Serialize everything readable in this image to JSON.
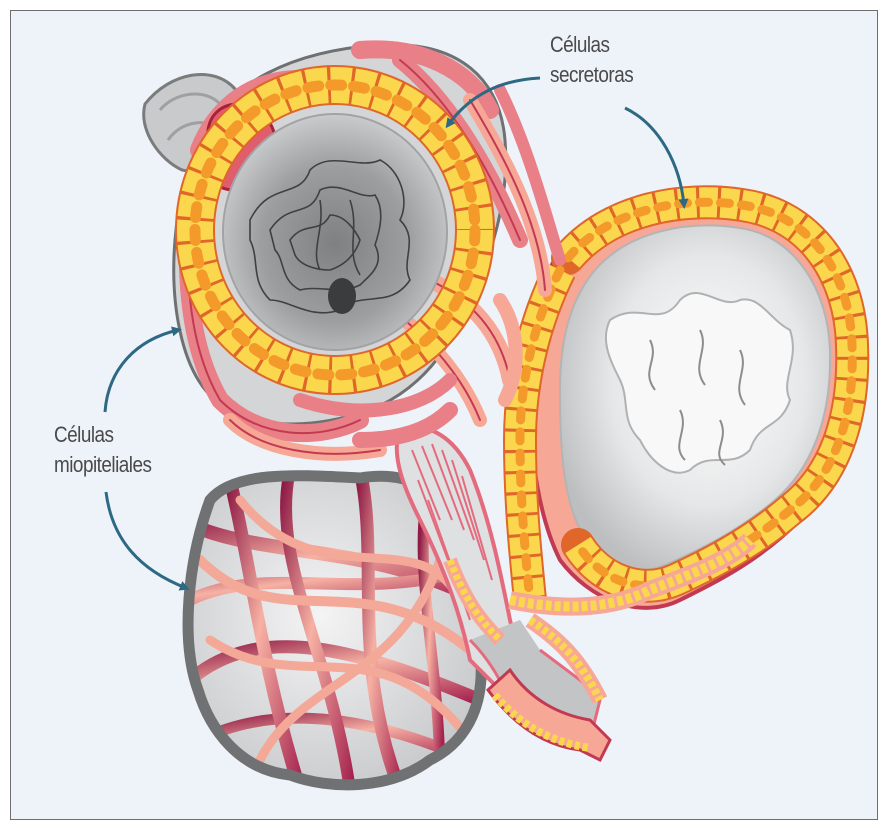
{
  "labels": {
    "secretory": {
      "line1": "Células",
      "line2": "secretoras"
    },
    "myoepithelial": {
      "line1": "Células",
      "line2": "miopiteliales"
    }
  },
  "colors": {
    "background": "#eef3fa",
    "frame": "#6d6e70",
    "lumen_gray": "#c8c9cb",
    "duct_gray": "#b9babc",
    "capsule_outline": "#707173",
    "myo_pink": "#e97f87",
    "myo_dark": "#c23a52",
    "myo_light": "#f7b2a4",
    "cell_yellow": "#fbd74e",
    "cell_nucleus": "#f39a2b",
    "cell_border": "#e0662a",
    "arrow": "#2d6982",
    "label_text": "#4a4a4a"
  }
}
